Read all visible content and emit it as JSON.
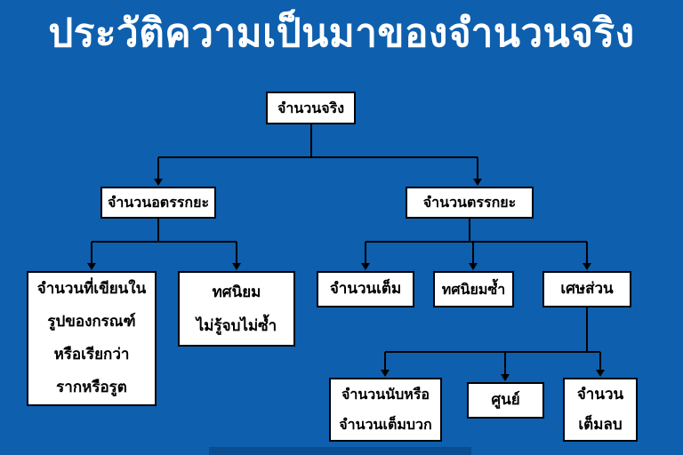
{
  "title": "ประวัติความเป็นมาของจำนวนจริง",
  "colors": {
    "background": "#0e5fae",
    "title_text": "#ffffff",
    "box_background": "#ffffff",
    "box_border": "#000000",
    "connector": "#000000",
    "bottom_strip": "#0a4e91"
  },
  "nodes": {
    "real": {
      "label": "จำนวนจริง"
    },
    "irrational": {
      "label": "จำนวนอตรรกยะ"
    },
    "rational": {
      "label": "จำนวนตรรกยะ"
    },
    "radical": {
      "lines": [
        "จำนวนที่เขียนใน",
        "รูปของกรณฑ์",
        "หรือเรียกว่า",
        "รากหรือรูต"
      ]
    },
    "nonrepeating_decimal": {
      "lines": [
        "ทศนิยม",
        "ไม่รู้จบไม่ซ้ำ"
      ]
    },
    "integer": {
      "label": "จำนวนเต็ม"
    },
    "repeating_decimal": {
      "label": "ทศนิยมซ้ำ"
    },
    "fraction": {
      "label": "เศษส่วน"
    },
    "counting": {
      "lines": [
        "จำนวนนับหรือ",
        "จำนวนเต็มบวก"
      ]
    },
    "zero": {
      "label": "ศูนย์"
    },
    "negative": {
      "lines": [
        "จำนวน",
        "เต็มลบ"
      ]
    }
  },
  "edges": [
    {
      "from": "real",
      "to": "irrational"
    },
    {
      "from": "real",
      "to": "rational"
    },
    {
      "from": "irrational",
      "to": "radical"
    },
    {
      "from": "irrational",
      "to": "nonrepeating_decimal"
    },
    {
      "from": "rational",
      "to": "integer"
    },
    {
      "from": "rational",
      "to": "repeating_decimal"
    },
    {
      "from": "rational",
      "to": "fraction"
    },
    {
      "from": "fraction",
      "to": "counting"
    },
    {
      "from": "fraction",
      "to": "zero"
    },
    {
      "from": "fraction",
      "to": "negative"
    }
  ]
}
